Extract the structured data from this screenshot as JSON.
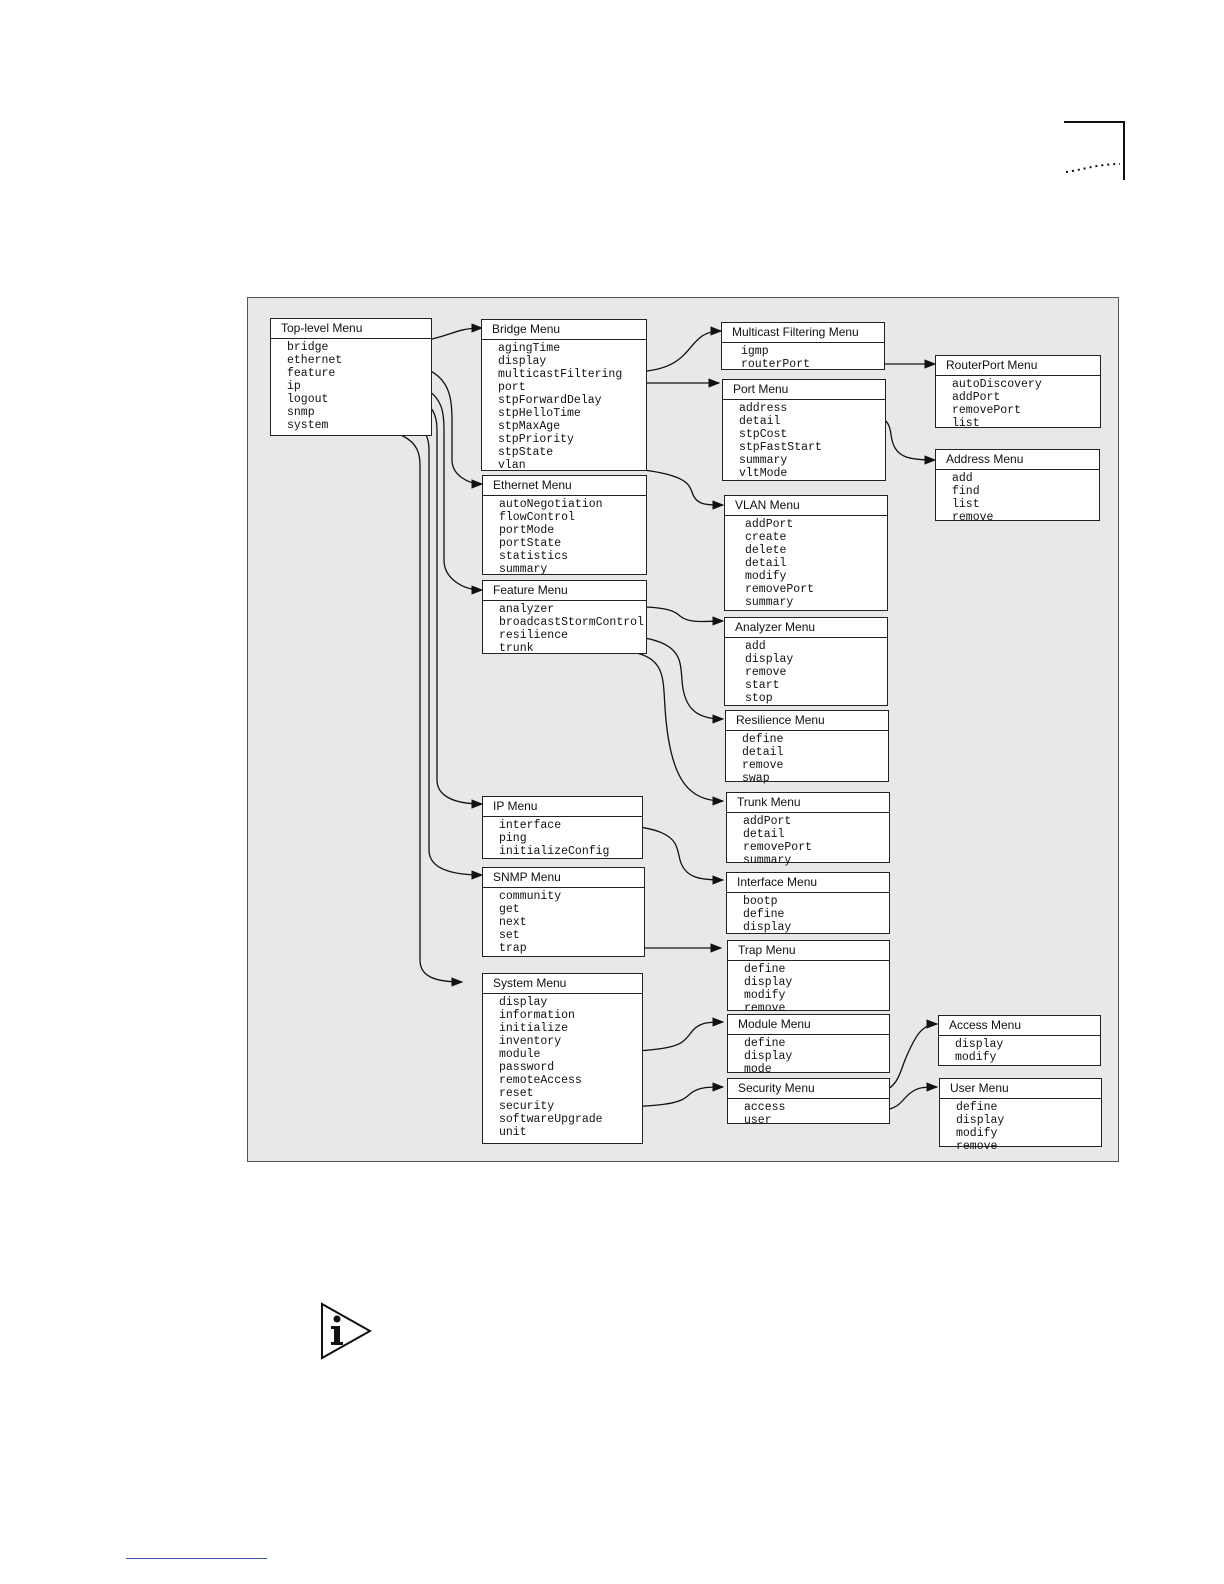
{
  "menus": {
    "top": {
      "title": "Top-level Menu",
      "items": [
        "bridge",
        "ethernet",
        "feature",
        "ip",
        "logout",
        "snmp",
        "system"
      ]
    },
    "bridge": {
      "title": "Bridge Menu",
      "items": [
        "agingTime",
        "display",
        "multicastFiltering",
        "port",
        "stpForwardDelay",
        "stpHelloTime",
        "stpMaxAge",
        "stpPriority",
        "stpState",
        "vlan"
      ]
    },
    "ethernet": {
      "title": "Ethernet Menu",
      "items": [
        "autoNegotiation",
        "flowControl",
        "portMode",
        "portState",
        "statistics",
        "summary"
      ]
    },
    "feature": {
      "title": "Feature Menu",
      "items": [
        "analyzer",
        "broadcastStormControl",
        "resilience",
        "trunk"
      ]
    },
    "ip": {
      "title": "IP Menu",
      "items": [
        "interface",
        "ping",
        "initializeConfig"
      ]
    },
    "snmp": {
      "title": "SNMP Menu",
      "items": [
        "community",
        "get",
        "next",
        "set",
        "trap"
      ]
    },
    "system": {
      "title": "System Menu",
      "items": [
        "display",
        "information",
        "initialize",
        "inventory",
        "module",
        "password",
        "remoteAccess",
        "reset",
        "security",
        "softwareUpgrade",
        "unit"
      ]
    },
    "multicast": {
      "title": "Multicast Filtering Menu",
      "items": [
        "igmp",
        "routerPort"
      ]
    },
    "port": {
      "title": "Port Menu",
      "items": [
        "address",
        "detail",
        "stpCost",
        "stpFastStart",
        "summary",
        "vltMode"
      ]
    },
    "vlan": {
      "title": "VLAN Menu",
      "items": [
        "addPort",
        "create",
        "delete",
        "detail",
        "modify",
        "removePort",
        "summary"
      ]
    },
    "analyzer": {
      "title": "Analyzer Menu",
      "items": [
        "add",
        "display",
        "remove",
        "start",
        "stop"
      ]
    },
    "resilience": {
      "title": "Resilience Menu",
      "items": [
        "define",
        "detail",
        "remove",
        "swap"
      ]
    },
    "trunk": {
      "title": "Trunk Menu",
      "items": [
        "addPort",
        "detail",
        "removePort",
        "summary"
      ]
    },
    "interface": {
      "title": "Interface Menu",
      "items": [
        "bootp",
        "define",
        "display"
      ]
    },
    "trap": {
      "title": "Trap Menu",
      "items": [
        "define",
        "display",
        "modify",
        "remove"
      ]
    },
    "module": {
      "title": "Module Menu",
      "items": [
        "define",
        "display",
        "mode"
      ]
    },
    "security": {
      "title": "Security Menu",
      "items": [
        "access",
        "user"
      ]
    },
    "routerport": {
      "title": "RouterPort Menu",
      "items": [
        "autoDiscovery",
        "addPort",
        "removePort",
        "list"
      ]
    },
    "address": {
      "title": "Address Menu",
      "items": [
        "add",
        "find",
        "list",
        "remove"
      ]
    },
    "access": {
      "title": "Access Menu",
      "items": [
        "display",
        "modify"
      ]
    },
    "user": {
      "title": "User Menu",
      "items": [
        "define",
        "display",
        "modify",
        "remove"
      ]
    }
  },
  "icons": {
    "note": "info-icon",
    "corner": "page-corner-mark"
  },
  "colors": {
    "panel": "#e8e8e8",
    "line": "#111111",
    "footer_rule": "#3355aa"
  }
}
